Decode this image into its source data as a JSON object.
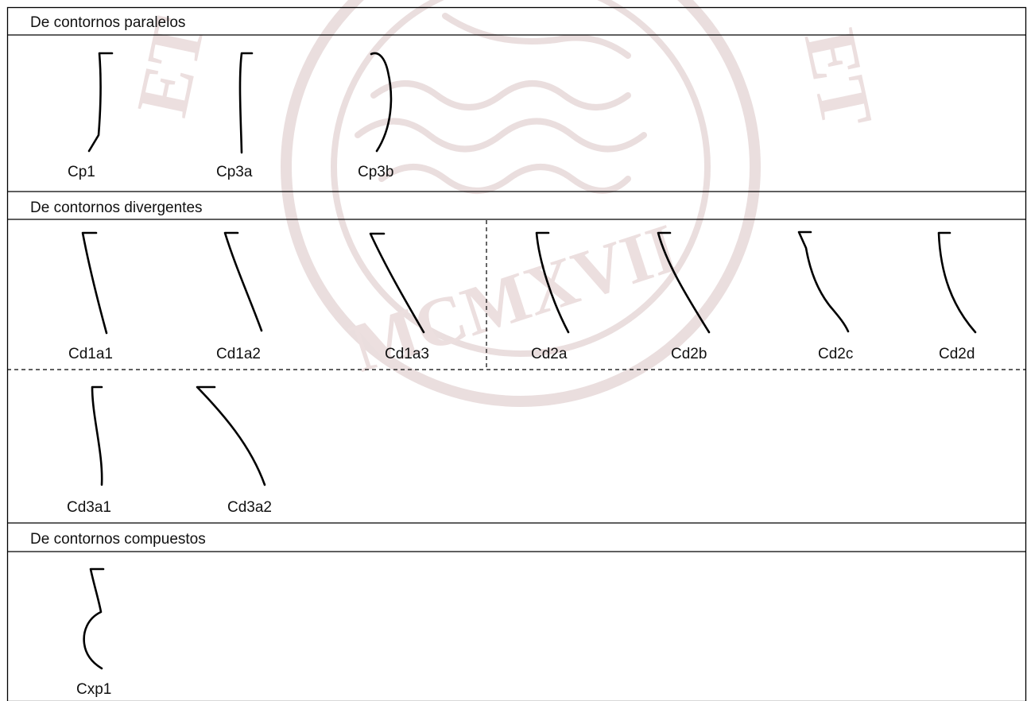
{
  "sections": {
    "parallel": {
      "title": "De contornos paralelos"
    },
    "divergent": {
      "title": "De contornos divergentes"
    },
    "composite": {
      "title": "De contornos compuestos"
    }
  },
  "profiles": {
    "cp1": "Cp1",
    "cp3a": "Cp3a",
    "cp3b": "Cp3b",
    "cd1a1": "Cd1a1",
    "cd1a2": "Cd1a2",
    "cd1a3": "Cd1a3",
    "cd2a": "Cd2a",
    "cd2b": "Cd2b",
    "cd2c": "Cd2c",
    "cd2d": "Cd2d",
    "cd3a1": "Cd3a1",
    "cd3a2": "Cd3a2",
    "cxp1": "Cxp1"
  },
  "watermark": {
    "year": "MCMXVII",
    "left_text": "ET",
    "right_text": "ET",
    "color": "#eadede"
  }
}
